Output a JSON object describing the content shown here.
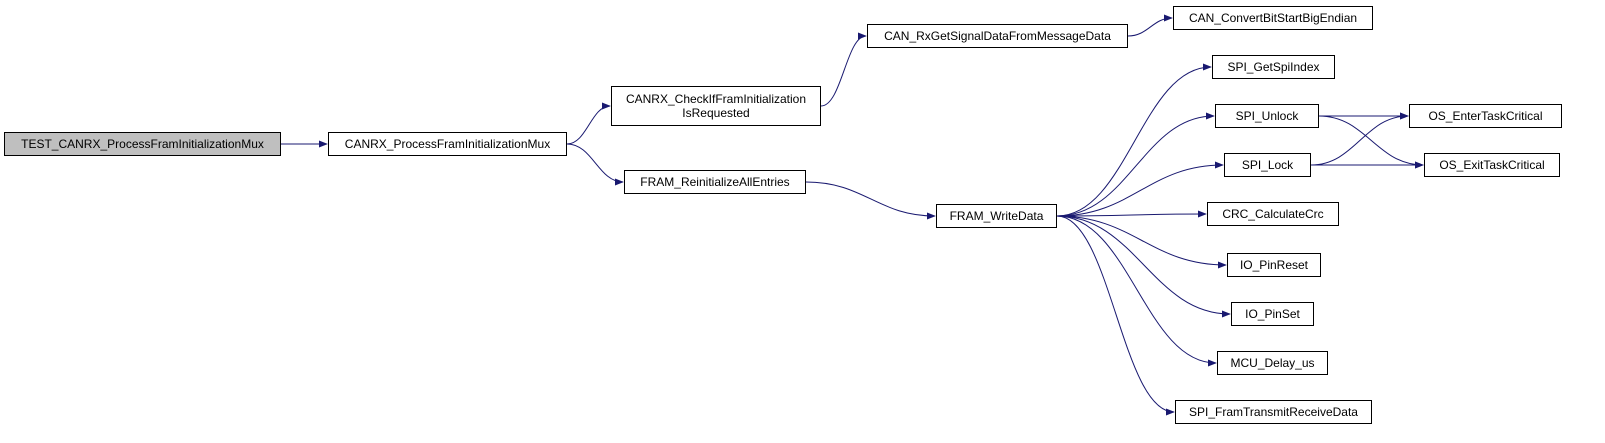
{
  "colors": {
    "edge": "#191970",
    "root_fill": "#bfbfbf",
    "node_fill": "#ffffff",
    "border": "#000000"
  },
  "nodes": {
    "test_root": {
      "lines": [
        "TEST_CANRX_ProcessFramInitializationMux"
      ]
    },
    "canrx_process": {
      "lines": [
        "CANRX_ProcessFramInitializationMux"
      ]
    },
    "canrx_check": {
      "lines": [
        "CANRX_CheckIfFramInitialization",
        "IsRequested"
      ]
    },
    "fram_reinit": {
      "lines": [
        "FRAM_ReinitializeAllEntries"
      ]
    },
    "can_rxget": {
      "lines": [
        "CAN_RxGetSignalDataFromMessageData"
      ]
    },
    "can_convert": {
      "lines": [
        "CAN_ConvertBitStartBigEndian"
      ]
    },
    "fram_write": {
      "lines": [
        "FRAM_WriteData"
      ]
    },
    "spi_getspi": {
      "lines": [
        "SPI_GetSpiIndex"
      ]
    },
    "spi_unlock": {
      "lines": [
        "SPI_Unlock"
      ]
    },
    "spi_lock": {
      "lines": [
        "SPI_Lock"
      ]
    },
    "crc_calc": {
      "lines": [
        "CRC_CalculateCrc"
      ]
    },
    "io_pinreset": {
      "lines": [
        "IO_PinReset"
      ]
    },
    "io_pinset": {
      "lines": [
        "IO_PinSet"
      ]
    },
    "mcu_delay": {
      "lines": [
        "MCU_Delay_us"
      ]
    },
    "spi_fram_trx": {
      "lines": [
        "SPI_FramTransmitReceiveData"
      ]
    },
    "os_enter": {
      "lines": [
        "OS_EnterTaskCritical"
      ]
    },
    "os_exit": {
      "lines": [
        "OS_ExitTaskCritical"
      ]
    }
  },
  "edges": [
    [
      "test_root",
      "canrx_process"
    ],
    [
      "canrx_process",
      "canrx_check"
    ],
    [
      "canrx_process",
      "fram_reinit"
    ],
    [
      "canrx_check",
      "can_rxget"
    ],
    [
      "can_rxget",
      "can_convert"
    ],
    [
      "fram_reinit",
      "fram_write"
    ],
    [
      "fram_write",
      "spi_getspi"
    ],
    [
      "fram_write",
      "spi_unlock"
    ],
    [
      "fram_write",
      "spi_lock"
    ],
    [
      "fram_write",
      "crc_calc"
    ],
    [
      "fram_write",
      "io_pinreset"
    ],
    [
      "fram_write",
      "io_pinset"
    ],
    [
      "fram_write",
      "mcu_delay"
    ],
    [
      "fram_write",
      "spi_fram_trx"
    ],
    [
      "spi_unlock",
      "os_enter"
    ],
    [
      "spi_unlock",
      "os_exit"
    ],
    [
      "spi_lock",
      "os_enter"
    ],
    [
      "spi_lock",
      "os_exit"
    ]
  ]
}
